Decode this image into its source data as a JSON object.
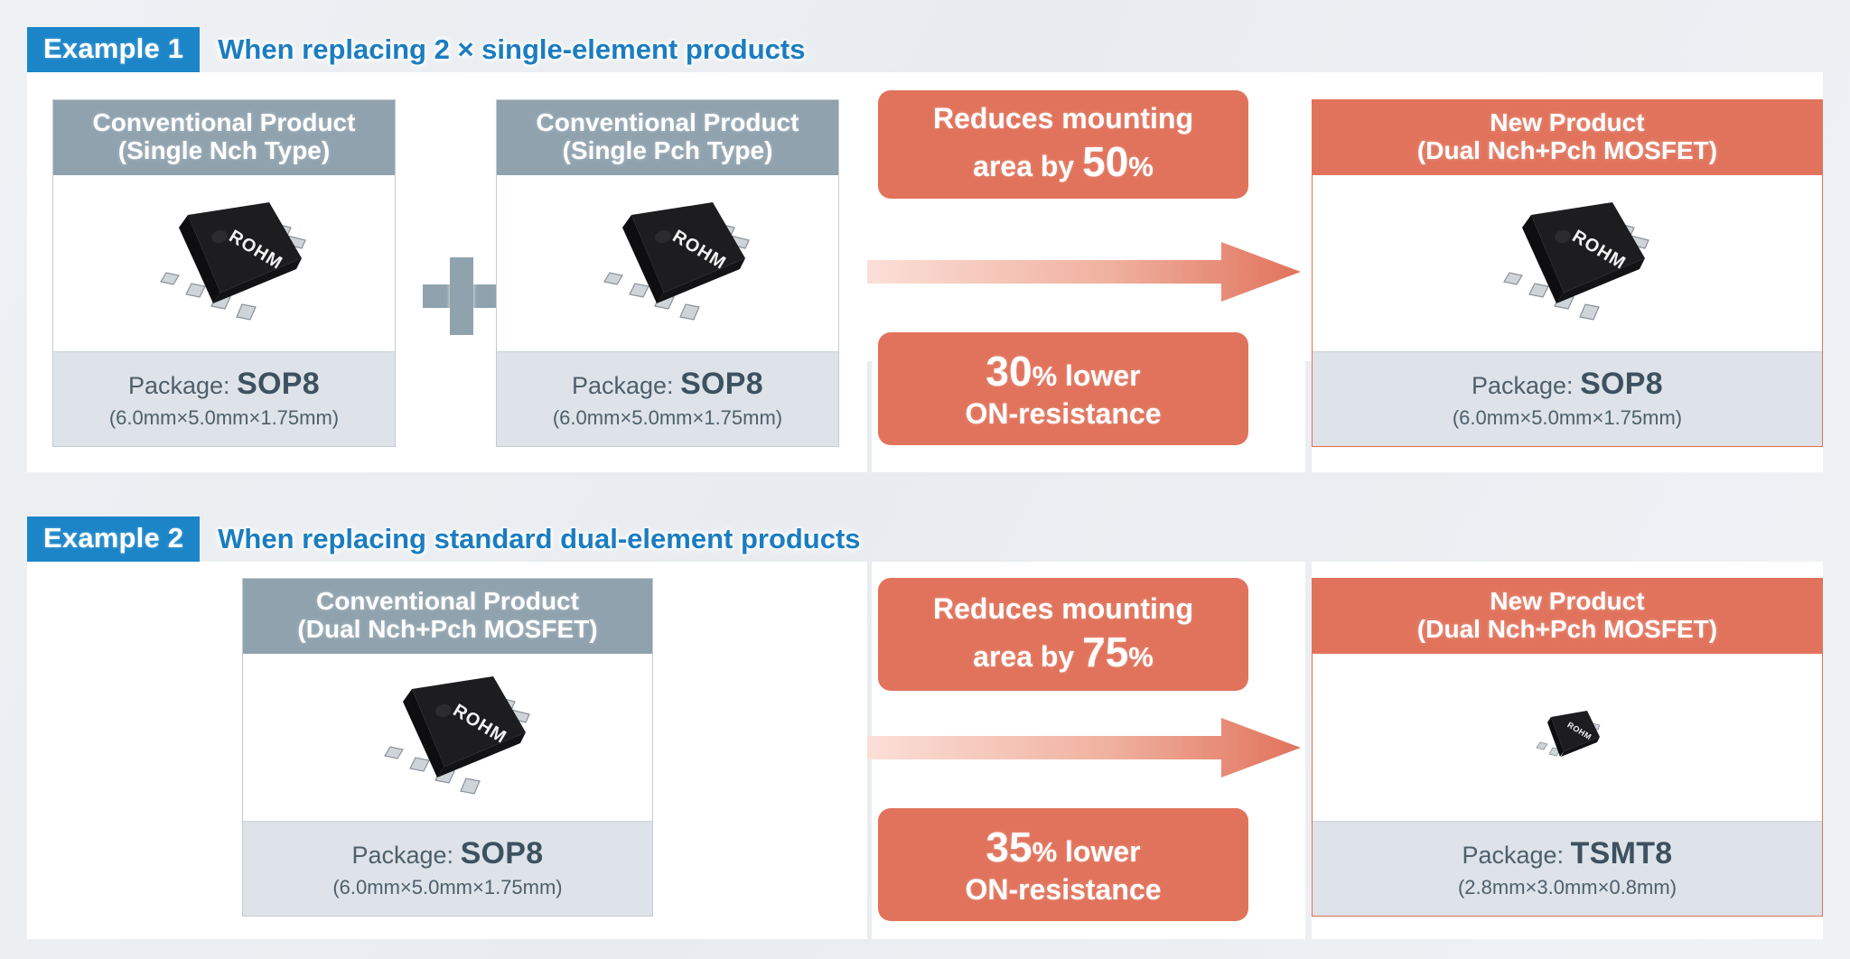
{
  "colors": {
    "background": "#eef1f4",
    "badge_blue": "#1b85c8",
    "title_blue": "#1b7dc0",
    "header_gray": "#8fa2ae",
    "accent_red": "#e1735c",
    "footer_gray": "#dde3e8",
    "text_slate": "#4e5f6b",
    "chip_black": "#1d1d1f"
  },
  "examples": [
    {
      "badge": "Example 1",
      "title": "When replacing 2 × single-element products",
      "plus_icon": "plus-icon",
      "arrow_icon": "right-arrow-icon",
      "cards": [
        {
          "head_line1": "Conventional Product",
          "head_line2": "(Single Nch Type)",
          "package_label": "Package:",
          "package_name": "SOP8",
          "package_dim": "(6.0mm×5.0mm×1.75mm)",
          "chip_icon": "sop8-package-icon",
          "chip_brand": "ROHM"
        },
        {
          "head_line1": "Conventional Product",
          "head_line2": "(Single Pch Type)",
          "package_label": "Package:",
          "package_name": "SOP8",
          "package_dim": "(6.0mm×5.0mm×1.75mm)",
          "chip_icon": "sop8-package-icon",
          "chip_brand": "ROHM"
        }
      ],
      "new_card": {
        "head_line1": "New Product",
        "head_line2": "(Dual Nch+Pch MOSFET)",
        "package_label": "Package:",
        "package_name": "SOP8",
        "package_dim": "(6.0mm×5.0mm×1.75mm)",
        "chip_icon": "sop8-package-icon",
        "chip_brand": "ROHM"
      },
      "callout_top": {
        "line1": "Reduces mounting",
        "line2_pre": "area by",
        "line2_value": "50",
        "line2_unit": "%"
      },
      "callout_bottom": {
        "line1_value": "30",
        "line1_unit": "%",
        "line1_post": "lower",
        "line2": "ON-resistance"
      }
    },
    {
      "badge": "Example 2",
      "title": "When replacing standard dual-element products",
      "arrow_icon": "right-arrow-icon",
      "cards": [
        {
          "head_line1": "Conventional Product",
          "head_line2": "(Dual Nch+Pch MOSFET)",
          "package_label": "Package:",
          "package_name": "SOP8",
          "package_dim": "(6.0mm×5.0mm×1.75mm)",
          "chip_icon": "sop8-package-icon",
          "chip_brand": "ROHM"
        }
      ],
      "new_card": {
        "head_line1": "New Product",
        "head_line2": "(Dual Nch+Pch MOSFET)",
        "package_label": "Package:",
        "package_name": "TSMT8",
        "package_dim": "(2.8mm×3.0mm×0.8mm)",
        "chip_icon": "tsmt8-package-icon",
        "chip_brand": "ROHM"
      },
      "callout_top": {
        "line1": "Reduces mounting",
        "line2_pre": "area by",
        "line2_value": "75",
        "line2_unit": "%"
      },
      "callout_bottom": {
        "line1_value": "35",
        "line1_unit": "%",
        "line1_post": "lower",
        "line2": "ON-resistance"
      }
    }
  ]
}
